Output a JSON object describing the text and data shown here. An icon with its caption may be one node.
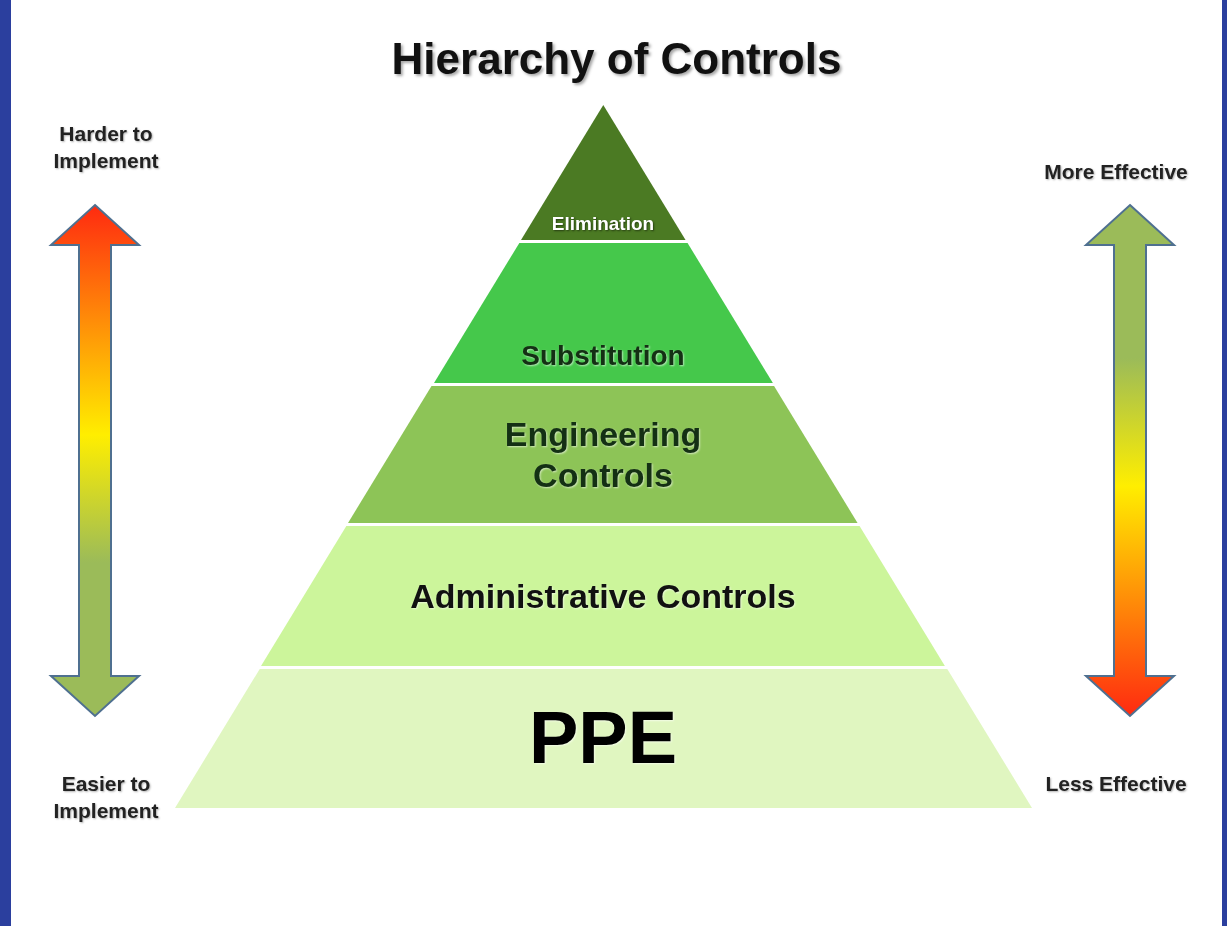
{
  "diagram": {
    "title": "Hierarchy of Controls",
    "nodes": [
      {
        "text": [
          "Elimination"
        ]
      },
      {
        "text": [
          "Substitution"
        ]
      },
      {
        "text": [
          "Engineering Controls"
        ]
      },
      {
        "text": [
          "Administrative Controls"
        ]
      },
      {
        "text": [
          "PPE"
        ]
      }
    ],
    "edges": [],
    "labels": [
      "Harder to Implement",
      "More Effective",
      "Easier to Implement",
      "Less Effective"
    ]
  }
}
